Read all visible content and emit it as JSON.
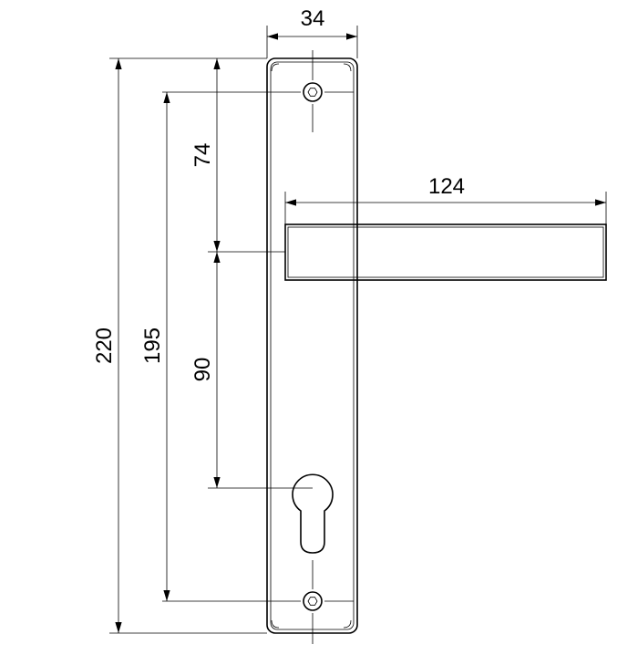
{
  "title": "Door handle on long plate – dimension drawing",
  "dimensions": {
    "plate_width": "34",
    "handle_length": "124",
    "plate_height": "220",
    "screw_spacing": "195",
    "top_to_handle_axis": "74",
    "handle_to_cylinder_axis": "90"
  }
}
